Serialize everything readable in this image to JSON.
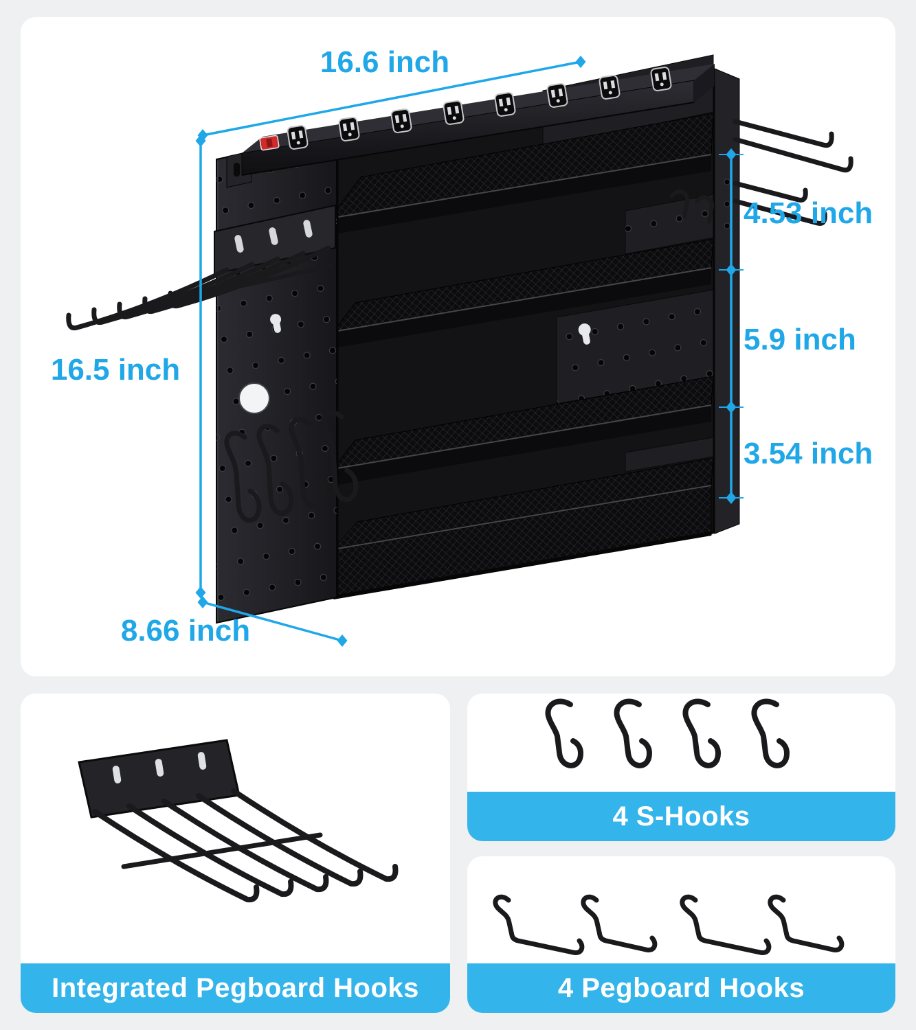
{
  "colors": {
    "accent_blue": "#1fa7e8",
    "banner_blue": "#33b4ea",
    "page_bg": "#eef0f1",
    "card_bg": "#ffffff",
    "product_black": "#1b1b1e"
  },
  "diagram": {
    "dim_top_width": "16.6 inch",
    "dim_left_height": "16.5 inch",
    "dim_bottom_depth": "8.66 inch",
    "dim_right_top": "4.53 inch",
    "dim_right_middle": "5.9 inch",
    "dim_right_bottom": "3.54 inch"
  },
  "accessory_cards": [
    {
      "caption": "Integrated Pegboard Hooks"
    },
    {
      "caption": "4 S-Hooks"
    },
    {
      "caption": "4 Pegboard Hooks"
    }
  ]
}
